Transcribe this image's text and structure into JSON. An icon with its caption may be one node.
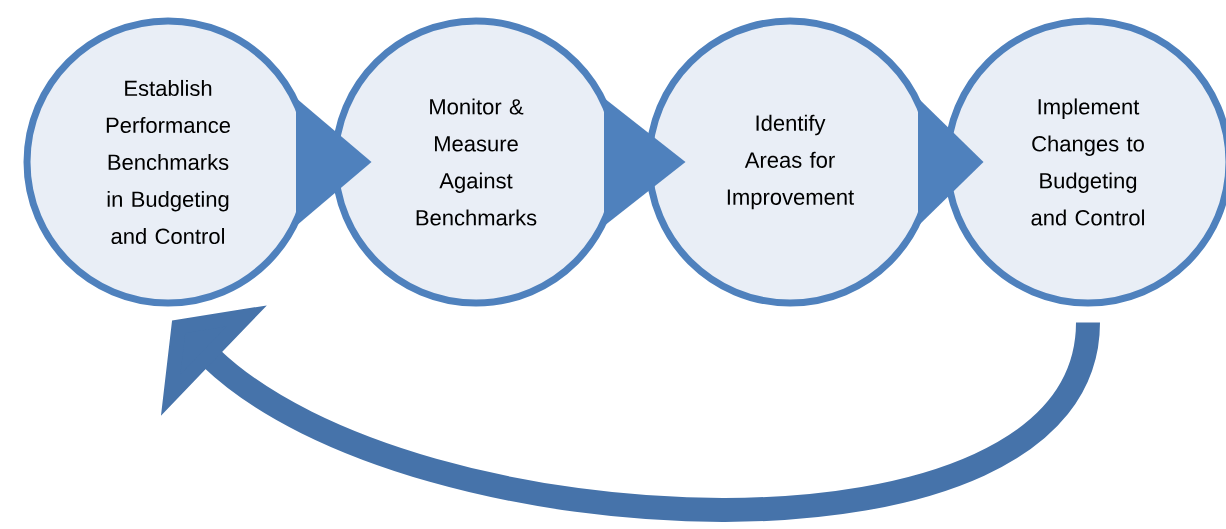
{
  "diagram": {
    "nodes": [
      {
        "text": [
          "Establish Performance Benchmarks in Budgeting and Control"
        ]
      },
      {
        "text": [
          "Monitor & Measure Against Benchmarks"
        ]
      },
      {
        "text": [
          "Identify Areas for Improvement"
        ]
      },
      {
        "text": [
          "Implement Changes to Budgeting and Control"
        ]
      }
    ],
    "edges": [
      {
        "from": 0,
        "to": 1,
        "arrow": "to"
      },
      {
        "from": 1,
        "to": 2,
        "arrow": "to"
      },
      {
        "from": 2,
        "to": 3,
        "arrow": "to"
      },
      {
        "from": 3,
        "to": 0,
        "arrow": "to"
      }
    ]
  }
}
